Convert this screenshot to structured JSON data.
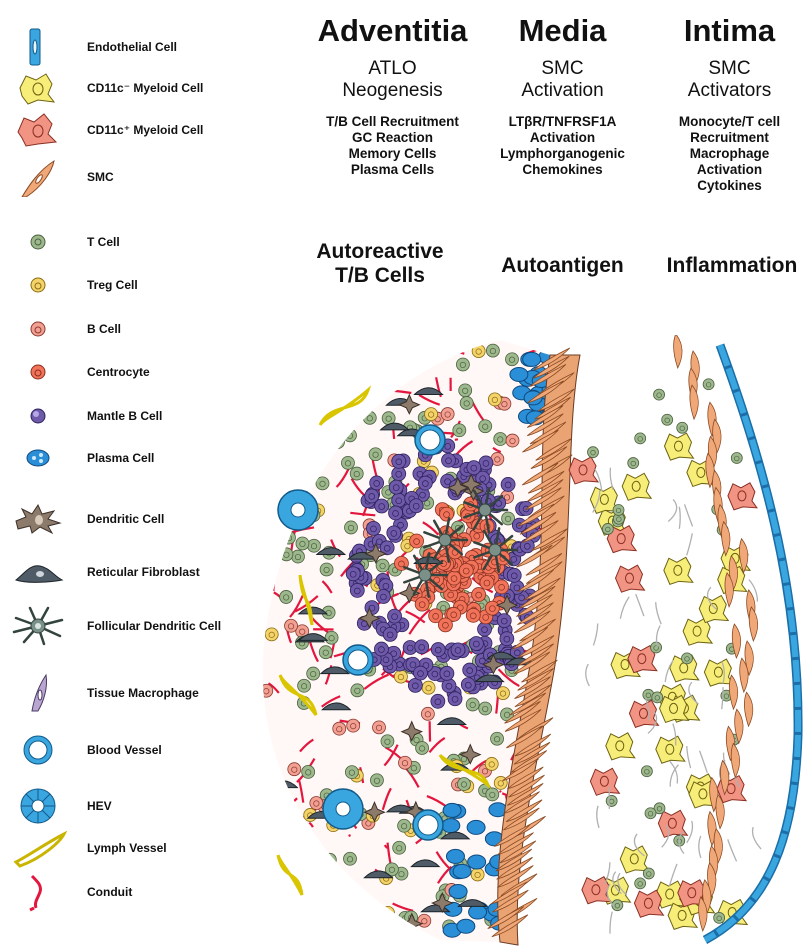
{
  "legend": [
    {
      "icon": "endothelial-cell-icon",
      "label": "Endothelial Cell"
    },
    {
      "icon": "cd11c-negative-myeloid-cell-icon",
      "label": "CD11c⁻ Myeloid Cell"
    },
    {
      "icon": "cd11c-positive-myeloid-cell-icon",
      "label": "CD11c⁺ Myeloid Cell"
    },
    {
      "icon": "smc-icon",
      "label": "SMC"
    },
    {
      "icon": "t-cell-icon",
      "label": "T Cell"
    },
    {
      "icon": "treg-cell-icon",
      "label": "Treg Cell"
    },
    {
      "icon": "b-cell-icon",
      "label": "B Cell"
    },
    {
      "icon": "centrocyte-icon",
      "label": "Centrocyte"
    },
    {
      "icon": "mantle-b-cell-icon",
      "label": "Mantle B Cell"
    },
    {
      "icon": "plasma-cell-icon",
      "label": "Plasma Cell"
    },
    {
      "icon": "dendritic-cell-icon",
      "label": "Dendritic Cell"
    },
    {
      "icon": "reticular-fibroblast-icon",
      "label": "Reticular Fibroblast"
    },
    {
      "icon": "follicular-dendritic-cell-icon",
      "label": "Follicular Dendritic Cell"
    },
    {
      "icon": "tissue-macrophage-icon",
      "label": "Tissue Macrophage"
    },
    {
      "icon": "blood-vessel-icon",
      "label": "Blood Vessel"
    },
    {
      "icon": "hev-icon",
      "label": "HEV"
    },
    {
      "icon": "lymph-vessel-icon",
      "label": "Lymph Vessel"
    },
    {
      "icon": "conduit-icon",
      "label": "Conduit"
    }
  ],
  "columns": {
    "adventitia": {
      "title": "Adventitia",
      "subtitle": "ATLO\nNeogenesis",
      "details": "T/B Cell Recruitment\nGC Reaction\nMemory Cells\nPlasma Cells",
      "outcome": "Autoreactive\nT/B Cells"
    },
    "media": {
      "title": "Media",
      "subtitle": "SMC\nActivation",
      "details": "LTβR/TNFRSF1A\nActivation\nLymphorganogenic\nChemokines",
      "outcome": "Autoantigen"
    },
    "intima": {
      "title": "Intima",
      "subtitle": "SMC\nActivators",
      "details": "Monocyte/T cell\nRecruitment\nMacrophage\nActivation\nCytokines",
      "outcome": "Inflammation"
    }
  },
  "colors": {
    "t_cell": "#9db88c",
    "treg": "#f4d36b",
    "b_cell": "#f2a092",
    "centrocyte": "#f0735a",
    "mantle_b": "#6e5aa8",
    "plasma": "#2a8fd6",
    "conduit": "#e3173e",
    "smc": "#f0a878",
    "myeloid_neg": "#f7ee7a",
    "myeloid_pos": "#f29484",
    "endothelial": "#3aa6e0",
    "fibroblast": "#4f5b66",
    "dendritic": "#8c7a6b",
    "fdc": "#7a9088",
    "macrophage": "#b8a5d0"
  }
}
